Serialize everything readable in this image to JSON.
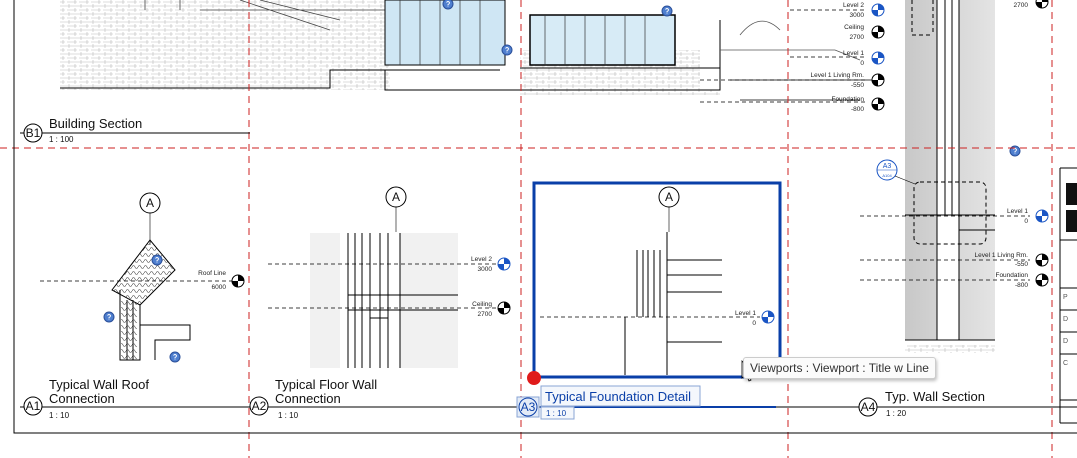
{
  "colors": {
    "selection": "#0a3fa8",
    "guide": "#cc2222",
    "level_blue": "#1a55c4"
  },
  "building_section": {
    "tag": "B1",
    "title": "Building Section",
    "scale": "1 : 100",
    "levels": [
      {
        "name": "Level 2",
        "value": "3000"
      },
      {
        "name": "Ceiling",
        "value": "2700"
      },
      {
        "name": "Level 1",
        "value": "0"
      },
      {
        "name": "Level 1 Living Rm.",
        "value": "-550"
      },
      {
        "name": "Foundation",
        "value": "-800"
      }
    ],
    "right_value": "2700"
  },
  "viewports": [
    {
      "tag": "A1",
      "title_line1": "Typical Wall Roof",
      "title_line2": "Connection",
      "scale": "1 : 10",
      "grid": "A",
      "levels": [
        {
          "name": "Roof Line",
          "value": "6000"
        }
      ]
    },
    {
      "tag": "A2",
      "title_line1": "Typical Floor Wall",
      "title_line2": "Connection",
      "scale": "1 : 10",
      "grid": "A",
      "levels": [
        {
          "name": "Level 2",
          "value": "3000"
        },
        {
          "name": "Ceiling",
          "value": "2700"
        }
      ]
    },
    {
      "tag": "A3",
      "title": "Typical Foundation Detail",
      "scale": "1 : 10",
      "grid": "A",
      "selected": true,
      "levels": [
        {
          "name": "Level 1",
          "value": "0"
        }
      ]
    },
    {
      "tag": "A4",
      "title": "Typ. Wall Section",
      "scale": "1 : 20",
      "callout": {
        "tag": "A3",
        "sheet": "A104"
      },
      "levels": [
        {
          "name": "Level 1",
          "value": "0"
        },
        {
          "name": "Level 1 Living Rm.",
          "value": "-550"
        },
        {
          "name": "Foundation",
          "value": "-800"
        }
      ]
    }
  ],
  "title_block": {
    "rows": [
      "P",
      "D",
      "D",
      "C"
    ]
  },
  "tooltip": "Viewports : Viewport : Title w Line"
}
